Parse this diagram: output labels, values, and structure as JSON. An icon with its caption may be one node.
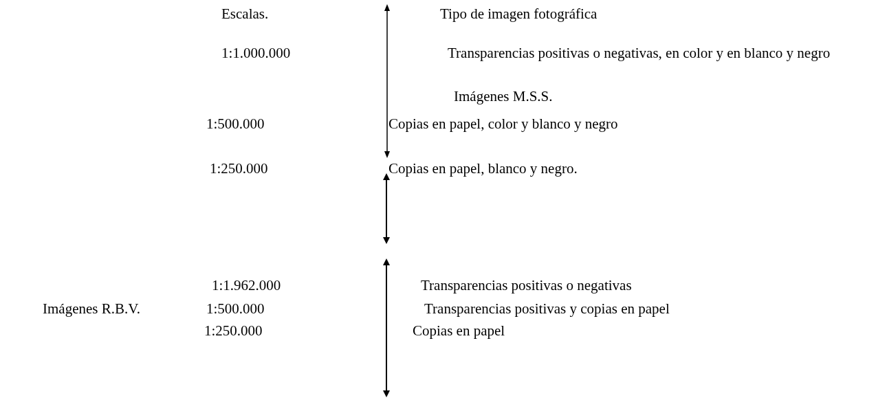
{
  "diagram": {
    "labels": [
      "Escalas.",
      "Tipo de imagen fotográfica",
      "1:1.000.000",
      "Transparencias positivas o negativas, en color y en blanco y negro",
      "Imágenes M.S.S.",
      "1:500.000",
      "Copias en papel, color y blanco y negro",
      "1:250.000",
      "Copias en papel, blanco y negro.",
      "1:1.962.000",
      "Transparencias positivas o negativas",
      "Imágenes R.B.V.",
      "1:500.000",
      "Transparencias positivas y copias en papel",
      "1:250.000",
      "Copias en papel"
    ]
  }
}
